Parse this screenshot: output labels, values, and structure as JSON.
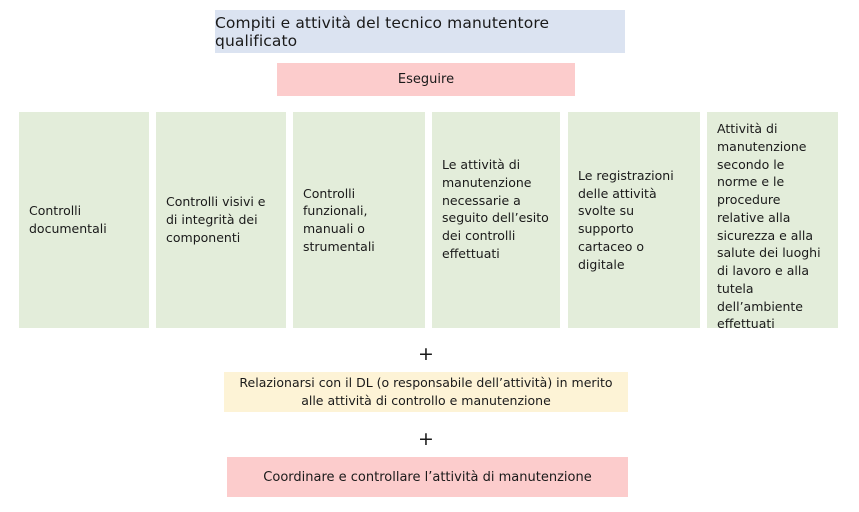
{
  "colors": {
    "title_bg": "#dbe3f1",
    "action_bg": "#fccccc",
    "task_bg": "#e3edda",
    "relate_bg": "#fdf3d6",
    "text": "#1a1a1a"
  },
  "title": {
    "text": "Compiti e attività del tecnico manutentore qualificato"
  },
  "action": {
    "label": "Eseguire"
  },
  "tasks": [
    {
      "text": "Controlli documentali"
    },
    {
      "text": "Controlli visivi e di integrità dei componenti"
    },
    {
      "text": "Controlli funzionali, manuali o strumentali"
    },
    {
      "text": "Le attività di manutenzione necessarie a seguito dell’esito dei controlli effettuati"
    },
    {
      "text": "Le registrazioni delle attività svolte su supporto cartaceo o digitale"
    },
    {
      "text": "Attività di manutenzione secondo le norme e le procedure relative alla sicurezza e alla salute dei luoghi di lavoro e alla tutela dell’ambiente effettuati"
    }
  ],
  "connectors": {
    "plus_1": "+",
    "plus_2": "+"
  },
  "relate": {
    "text": "Relazionarsi con il DL (o responsabile dell’attività) in merito alle attività di controllo e manutenzione"
  },
  "coordinate": {
    "text": "Coordinare e controllare l’attività di manutenzione"
  }
}
